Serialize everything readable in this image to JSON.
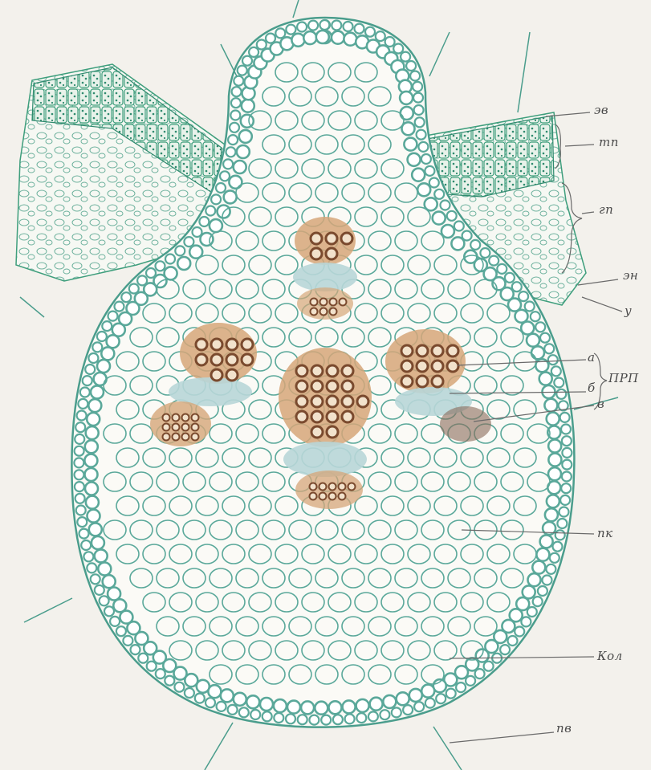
{
  "colors": {
    "paper": "#f3f1ec",
    "cell_wall": "#5aa89a",
    "cell_wall_dark": "#2f8a78",
    "leaf_tissue": "#3e9e7c",
    "xylem_fill": "#c98f5a",
    "xylem_vessel": "#7a4a2e",
    "phloem_fill": "#b8d6d8",
    "label_ink": "#4a4a4a",
    "leader_line": "#6a6a6a"
  },
  "labels": {
    "ev": "эв",
    "tp": "тп",
    "gp": "гп",
    "en": "эн",
    "u": "у",
    "a": "а",
    "b": "б",
    "v": "в",
    "prp": "ПРП",
    "pk": "пк",
    "kol": "Кол",
    "pv": "пв"
  }
}
